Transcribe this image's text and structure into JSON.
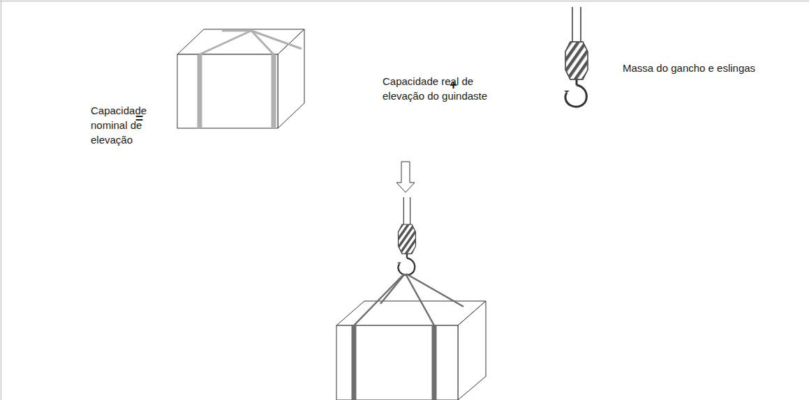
{
  "diagram": {
    "labels": [
      "Capacidade nominal de elevação",
      "=",
      "Capacidade real de elevação do guindaste",
      "+",
      "Massa do gancho e eslingas"
    ]
  }
}
